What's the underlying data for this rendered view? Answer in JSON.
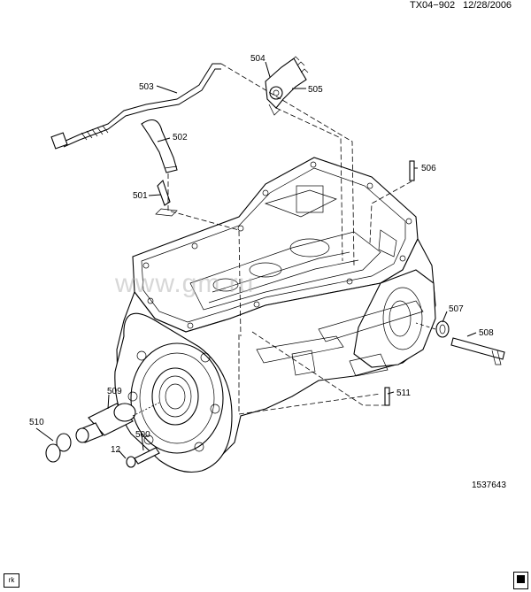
{
  "header": {
    "code": "TX04−902",
    "date": "12/28/2006"
  },
  "figure_id": "1537643",
  "watermark": "www.gm.ru",
  "corner_tag": "rk",
  "labels": [
    "503",
    "504",
    "505",
    "502",
    "506",
    "501",
    "507",
    "508",
    "509",
    "511",
    "510",
    "500",
    "12"
  ]
}
